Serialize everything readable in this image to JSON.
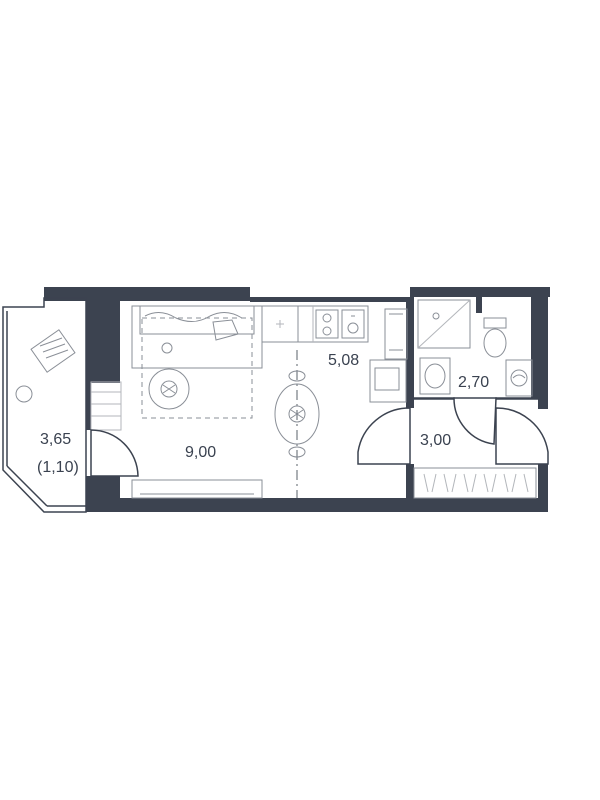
{
  "rooms": {
    "loggia": {
      "area": "3,65",
      "area_reduced": "(1,10)"
    },
    "living": {
      "area": "9,00"
    },
    "kitchen": {
      "area": "5,08"
    },
    "hall": {
      "area": "3,00"
    },
    "bathroom": {
      "area": "2,70"
    }
  },
  "colors": {
    "wall": "#3c4350",
    "furniture": "#8a8f97",
    "label": "#3a4250"
  }
}
